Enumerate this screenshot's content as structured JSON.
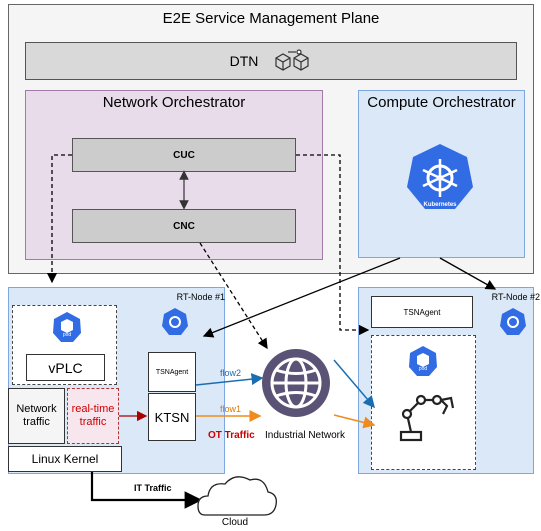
{
  "plane": {
    "title": "E2E Service Management Plane"
  },
  "dtn": {
    "label": "DTN",
    "icon": "twin-cubes-icon"
  },
  "network_orchestrator": {
    "title": "Network Orchestrator",
    "cuc": "CUC",
    "cnc": "CNC"
  },
  "compute_orchestrator": {
    "title": "Compute Orchestrator",
    "logo_text": "Kubernetes"
  },
  "rt_node_1": {
    "label": "RT-Node #1",
    "pod_icon_text": "pod",
    "vplc": "vPLC",
    "network_traffic": "Network traffic",
    "realtime_traffic": "real-time traffic",
    "linux_kernel": "Linux Kernel",
    "tsn_agent": "TSNAgent",
    "ktsn": "KTSN"
  },
  "rt_node_2": {
    "label": "RT-Node #2",
    "tsn_agent": "TSNAgent",
    "pod_icon_text": "pod"
  },
  "flows": {
    "flow2": "flow2",
    "flow1": "flow1",
    "ot_traffic": "OT Traffic",
    "it_traffic": "IT Traffic"
  },
  "industrial_network": {
    "label": "Industrial Network"
  },
  "cloud": {
    "label": "Cloud"
  },
  "colors": {
    "flow2": "#1a6eb0",
    "flow1": "#f08a1c",
    "pod_blue": "#326ce5",
    "globe": "#5a5375",
    "ot_red": "#cc0000"
  }
}
